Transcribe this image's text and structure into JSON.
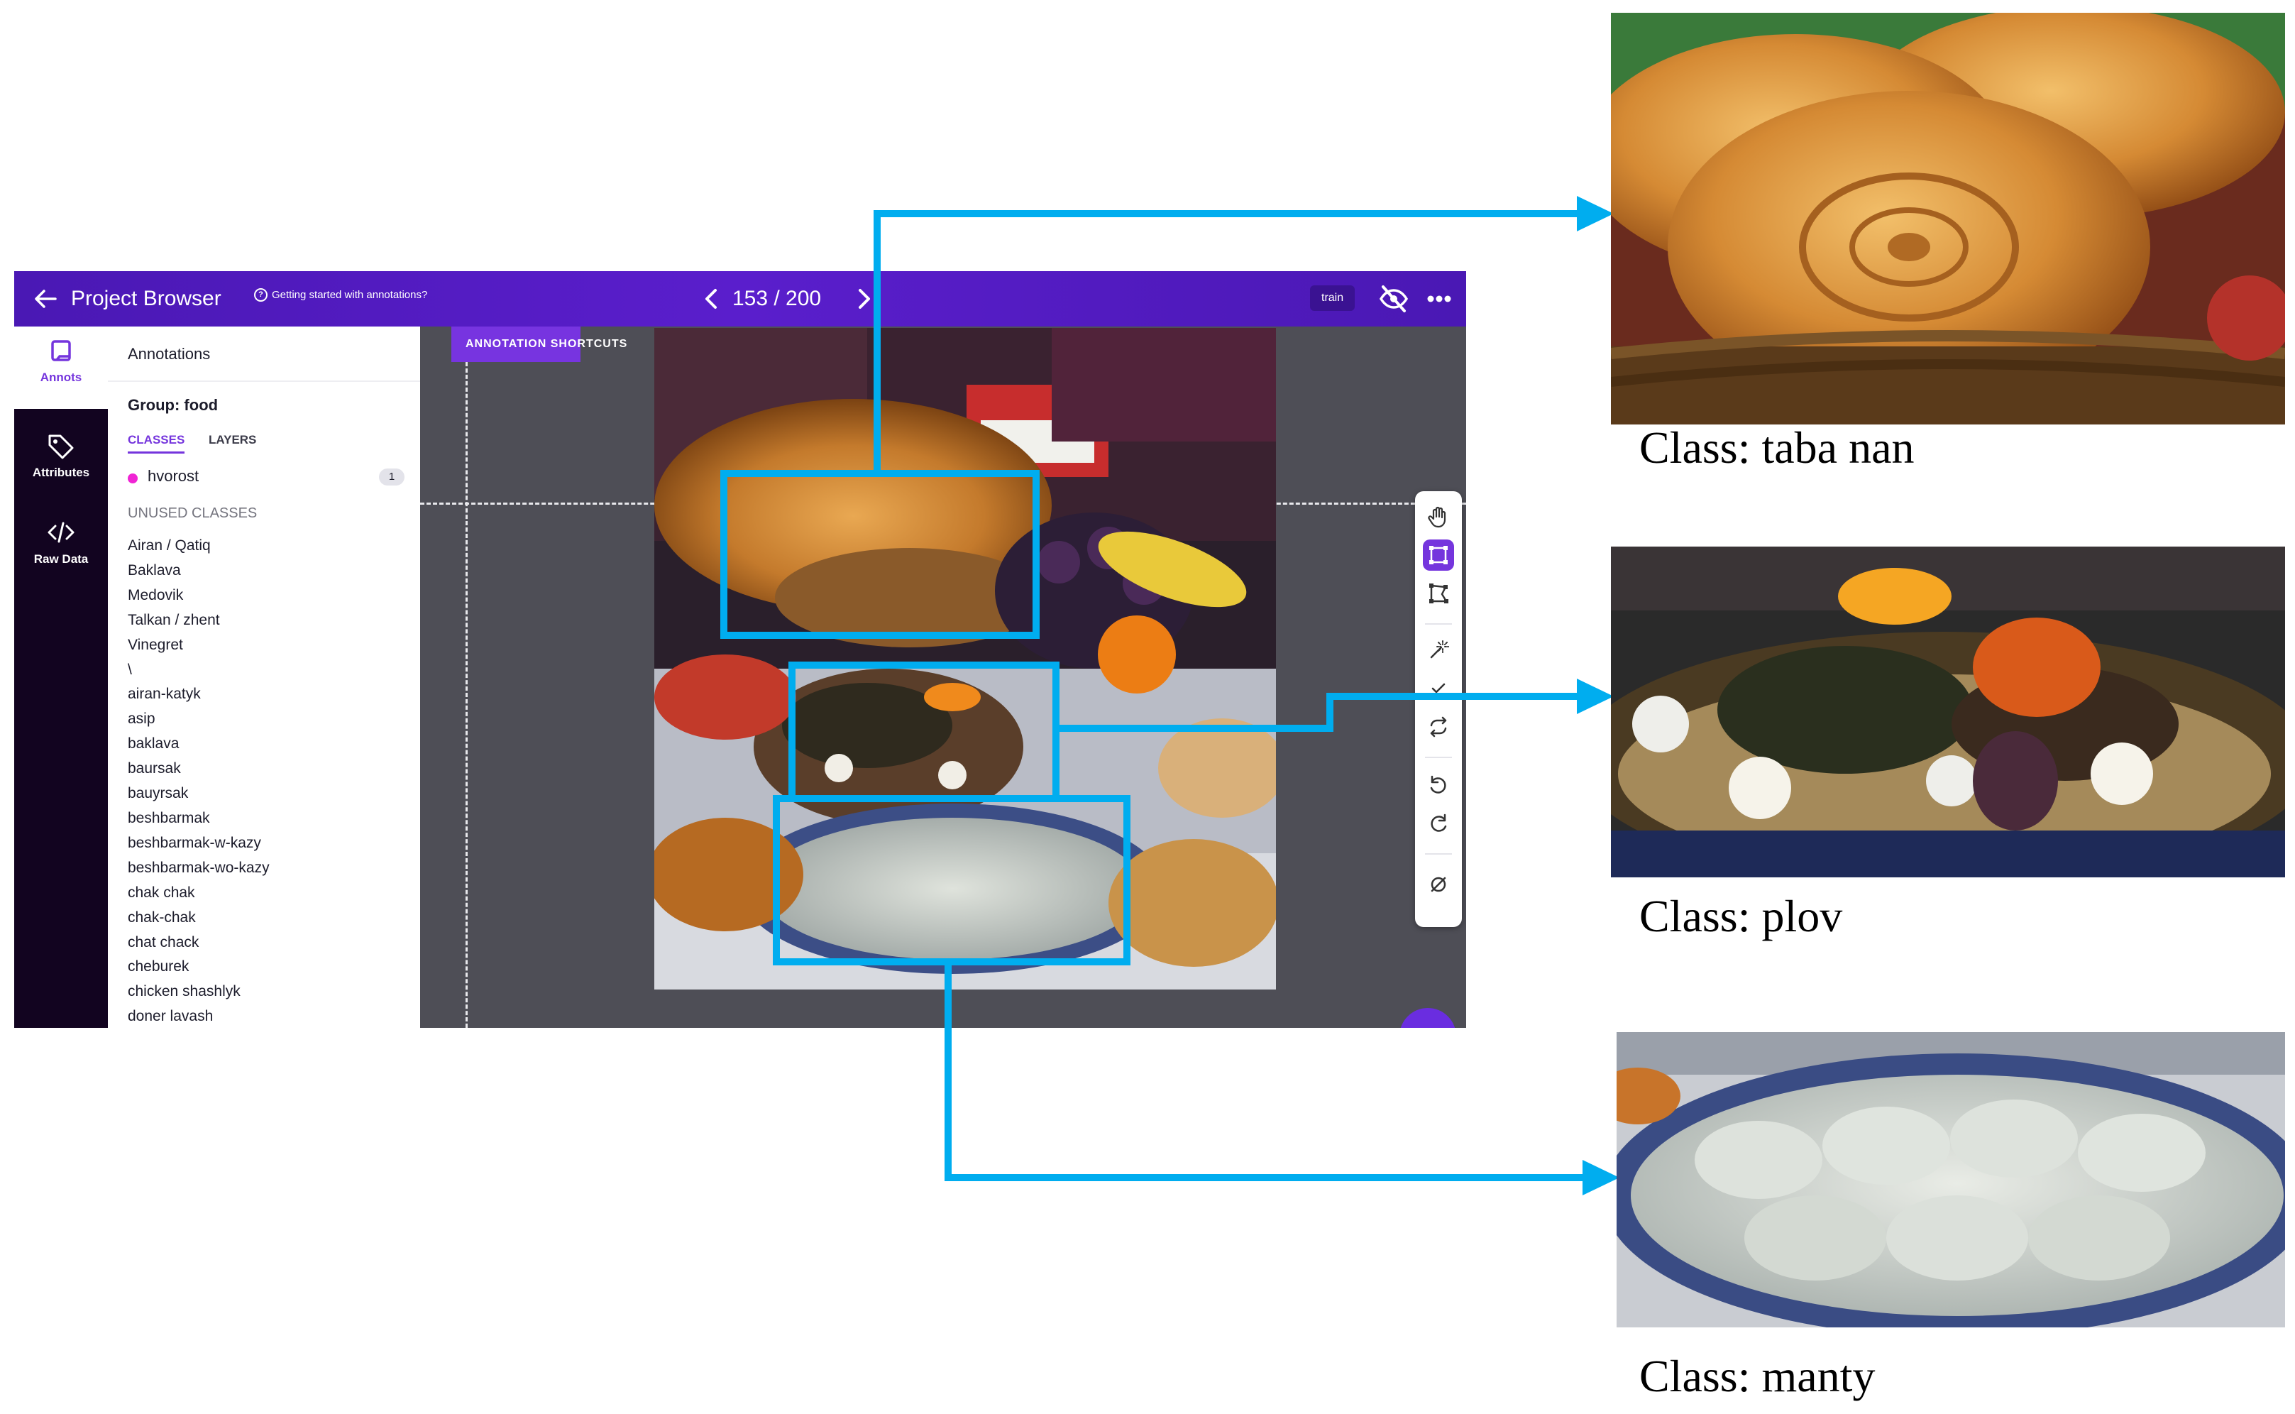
{
  "header": {
    "back_icon": "arrow-left-icon",
    "title": "Project Browser",
    "help_text": "Getting started with annotations?",
    "page_indicator": "153 / 200",
    "split_tag": "train",
    "visibility_icon": "eye-off-icon",
    "more_icon": "more-horizontal-icon"
  },
  "rail": {
    "items": [
      {
        "label": "Annots",
        "icon": "annotation-icon",
        "active": true
      },
      {
        "label": "Attributes",
        "icon": "tag-icon",
        "active": false
      },
      {
        "label": "Raw Data",
        "icon": "code-icon",
        "active": false
      }
    ]
  },
  "panel": {
    "heading": "Annotations",
    "group": "Group: food",
    "tabs": [
      "CLASSES",
      "LAYERS"
    ],
    "used_classes": [
      {
        "name": "hvorost",
        "count": "1",
        "color": "#f024d4"
      }
    ],
    "unused_heading": "UNUSED CLASSES",
    "unused_classes": [
      "Airan / Qatiq",
      "Baklava",
      "Medovik",
      "Talkan / zhent",
      "Vinegret",
      "\\",
      "airan-katyk",
      "asip",
      "baklava",
      "baursak",
      "bauyrsak",
      "beshbarmak",
      "beshbarmak-w-kazy",
      "beshbarmak-wo-kazy",
      "chak chak",
      "chak-chak",
      "chat chack",
      "cheburek",
      "chicken shashlyk",
      "doner lavash"
    ]
  },
  "canvas": {
    "shortcuts_label": "ANNOTATION SHORTCUTS",
    "tools": [
      {
        "name": "pan-hand-icon",
        "selected": false
      },
      {
        "name": "bounding-box-icon",
        "selected": true
      },
      {
        "name": "polygon-icon",
        "selected": false
      },
      {
        "name": "magic-wand-icon",
        "selected": false
      },
      {
        "name": "brush-icon",
        "selected": false
      },
      {
        "name": "repeat-icon",
        "selected": false
      },
      {
        "name": "undo-icon",
        "selected": false
      },
      {
        "name": "redo-icon",
        "selected": false
      },
      {
        "name": "clear-icon",
        "selected": false
      }
    ]
  },
  "crops": [
    {
      "caption": "Class: taba nan"
    },
    {
      "caption": "Class: plov"
    },
    {
      "caption": "Class: manty"
    }
  ],
  "colors": {
    "accent": "#7535dd",
    "header": "#5a1ecc",
    "rail": "#120420",
    "canvas": "#4e4e56",
    "callout": "#00adef"
  }
}
